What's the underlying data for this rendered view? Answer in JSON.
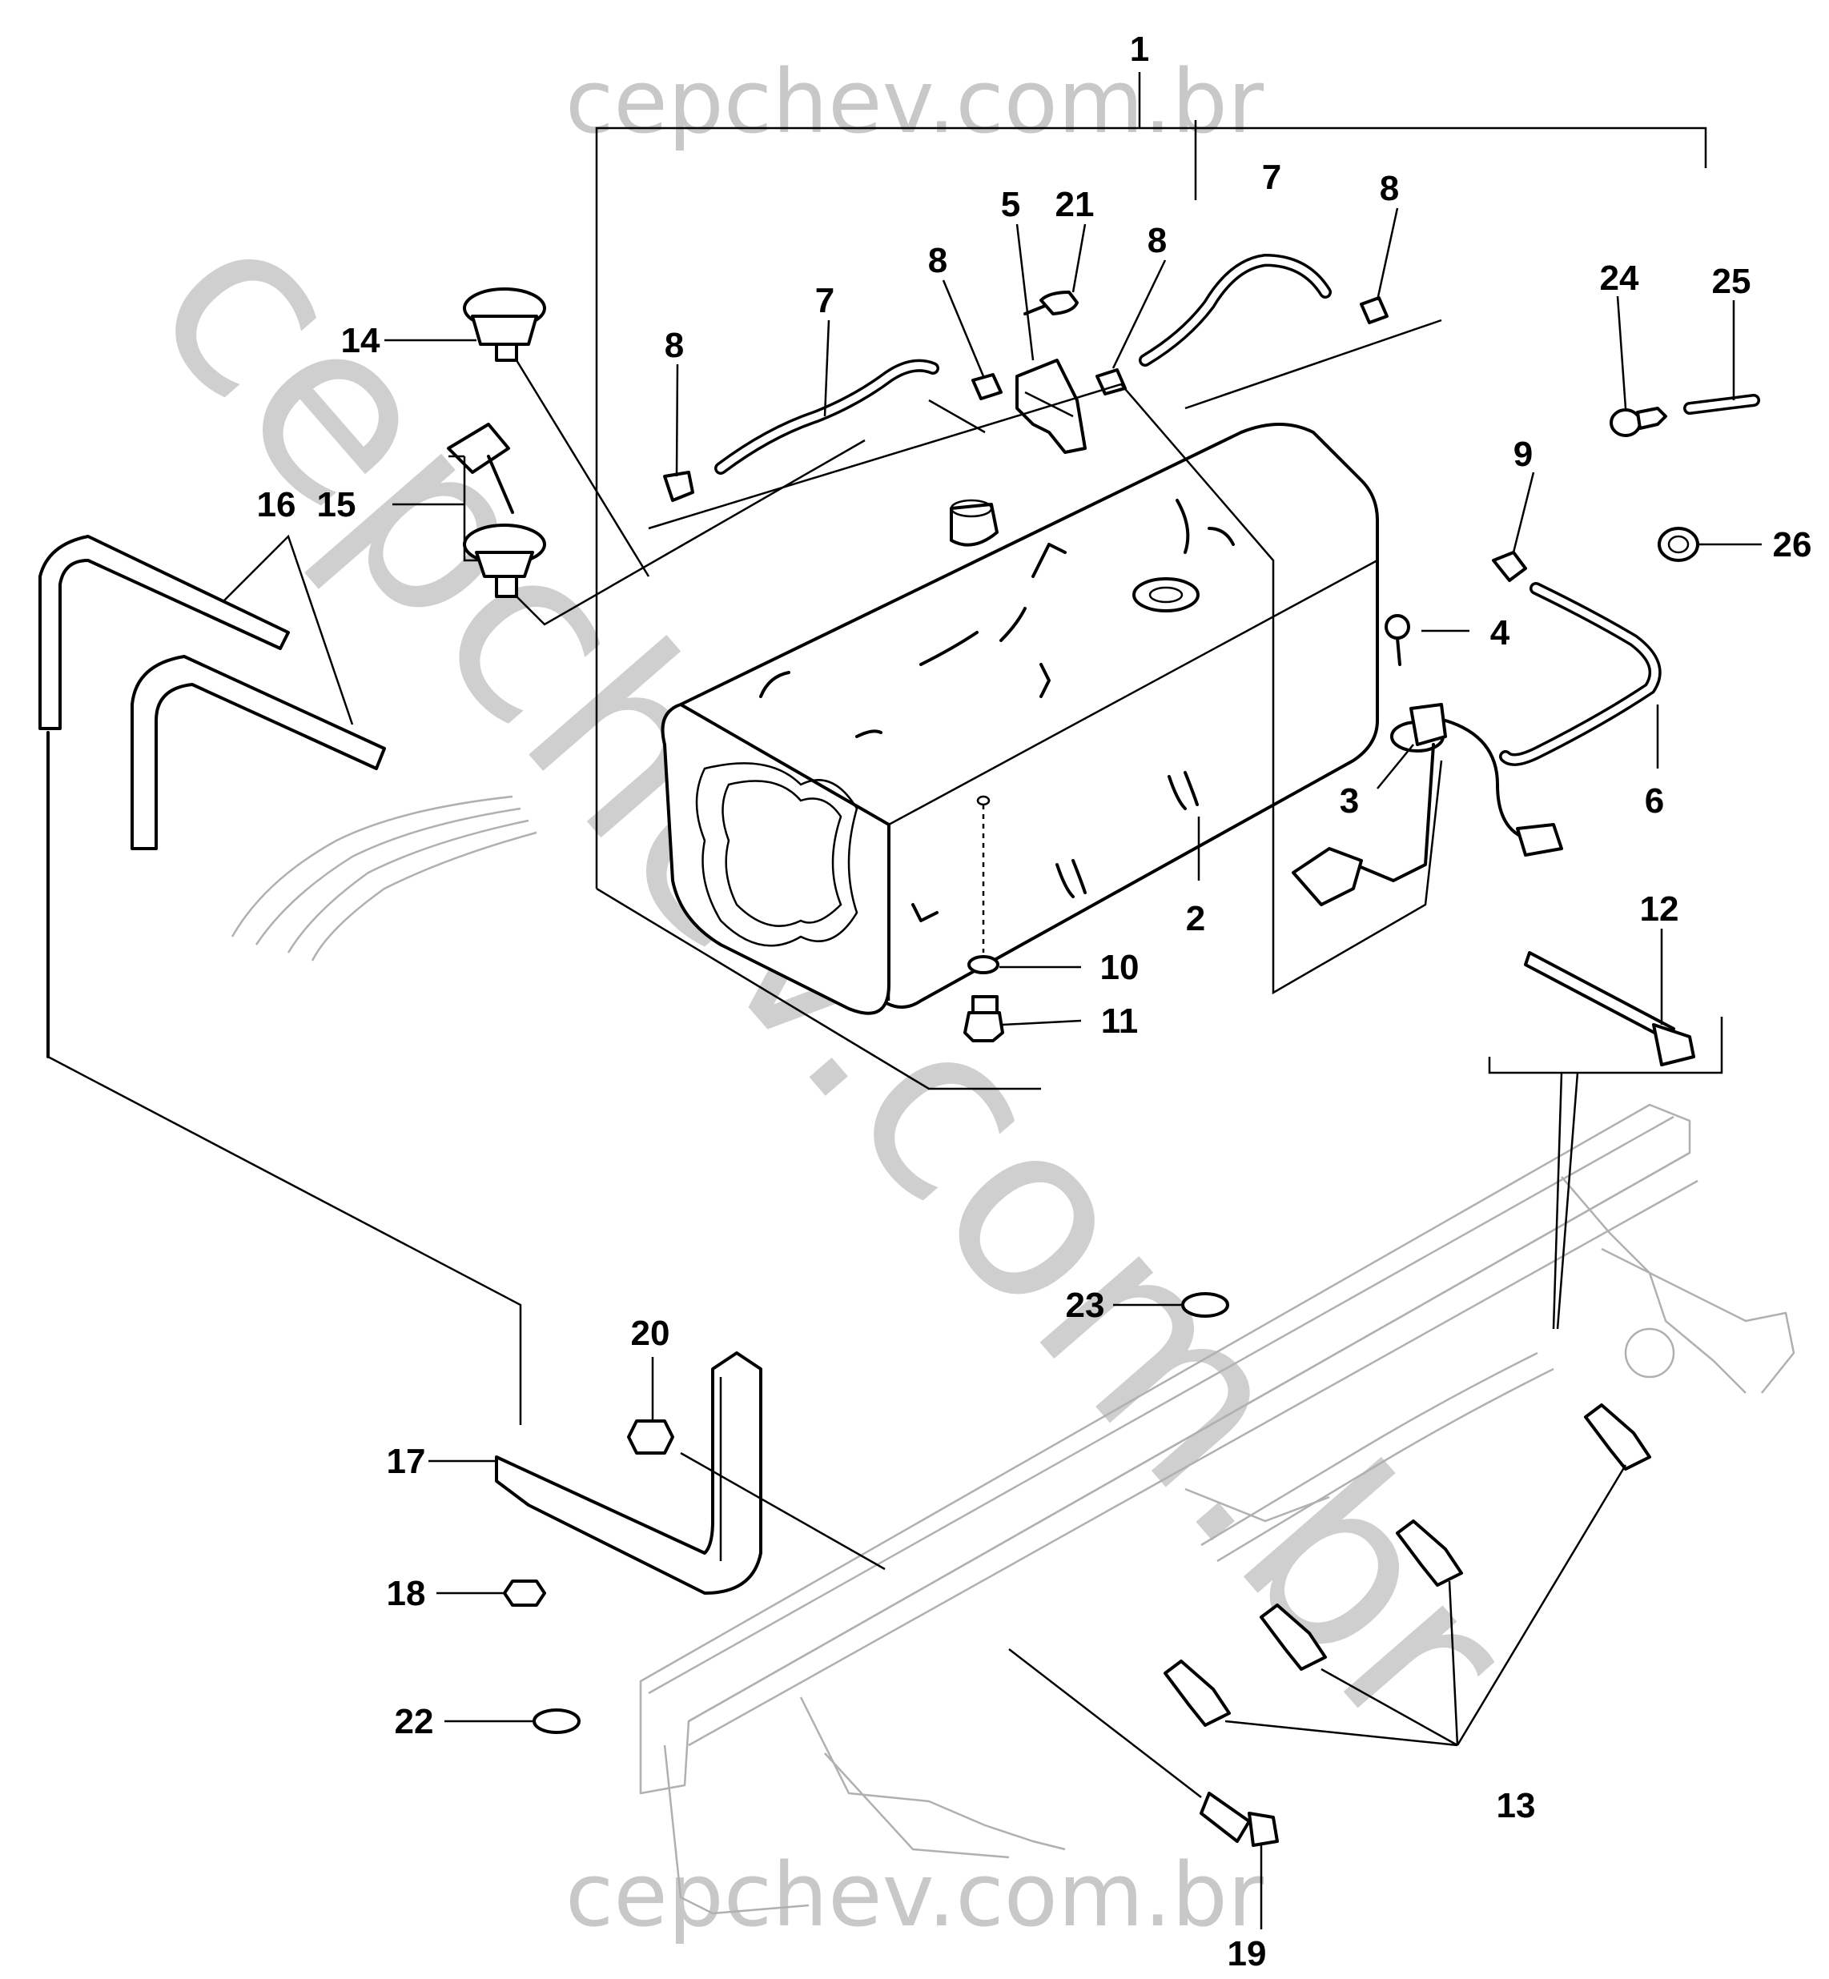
{
  "watermark": {
    "top": "cepchev.com.br",
    "bottom": "cepchev.com.br",
    "diagonal": "cepchev.com.br"
  },
  "callouts": [
    {
      "id": "c1",
      "text": "1"
    },
    {
      "id": "c2",
      "text": "2"
    },
    {
      "id": "c3",
      "text": "3"
    },
    {
      "id": "c4",
      "text": "4"
    },
    {
      "id": "c5",
      "text": "5"
    },
    {
      "id": "c6",
      "text": "6"
    },
    {
      "id": "c7a",
      "text": "7"
    },
    {
      "id": "c7b",
      "text": "7"
    },
    {
      "id": "c8a",
      "text": "8"
    },
    {
      "id": "c8b",
      "text": "8"
    },
    {
      "id": "c8c",
      "text": "8"
    },
    {
      "id": "c8d",
      "text": "8"
    },
    {
      "id": "c9",
      "text": "9"
    },
    {
      "id": "c10",
      "text": "10"
    },
    {
      "id": "c11",
      "text": "11"
    },
    {
      "id": "c12",
      "text": "12"
    },
    {
      "id": "c13",
      "text": "13"
    },
    {
      "id": "c14",
      "text": "14"
    },
    {
      "id": "c15",
      "text": "15"
    },
    {
      "id": "c16",
      "text": "16"
    },
    {
      "id": "c17",
      "text": "17"
    },
    {
      "id": "c18",
      "text": "18"
    },
    {
      "id": "c19",
      "text": "19"
    },
    {
      "id": "c20",
      "text": "20"
    },
    {
      "id": "c21",
      "text": "21"
    },
    {
      "id": "c22",
      "text": "22"
    },
    {
      "id": "c23",
      "text": "23"
    },
    {
      "id": "c24",
      "text": "24"
    },
    {
      "id": "c25",
      "text": "25"
    },
    {
      "id": "c26",
      "text": "26"
    }
  ],
  "icons": {
    "tank": "fuel-tank-icon",
    "filler_cap": "fuel-cap-icon",
    "locking_cap": "locking-cap-icon",
    "key": "key-icon",
    "sender": "fuel-sender-icon",
    "frame": "chassis-frame-icon"
  },
  "colors": {
    "ink": "#000000",
    "watermark": "#c8c8c8",
    "ghost": "#b0b0b0",
    "background": "#ffffff"
  }
}
